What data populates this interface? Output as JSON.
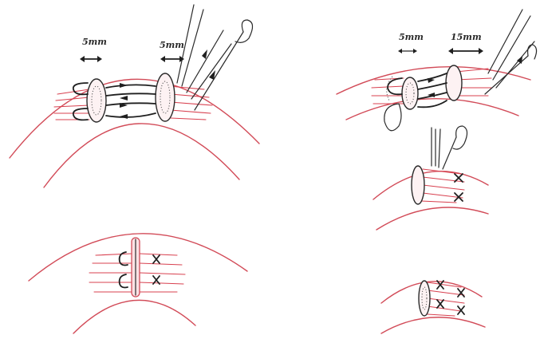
{
  "labels": {
    "top_left_left_gap": "5mm",
    "top_left_right_gap": "5mm",
    "top_right_left_gap": "5mm",
    "top_right_right_gap": "15mm"
  }
}
